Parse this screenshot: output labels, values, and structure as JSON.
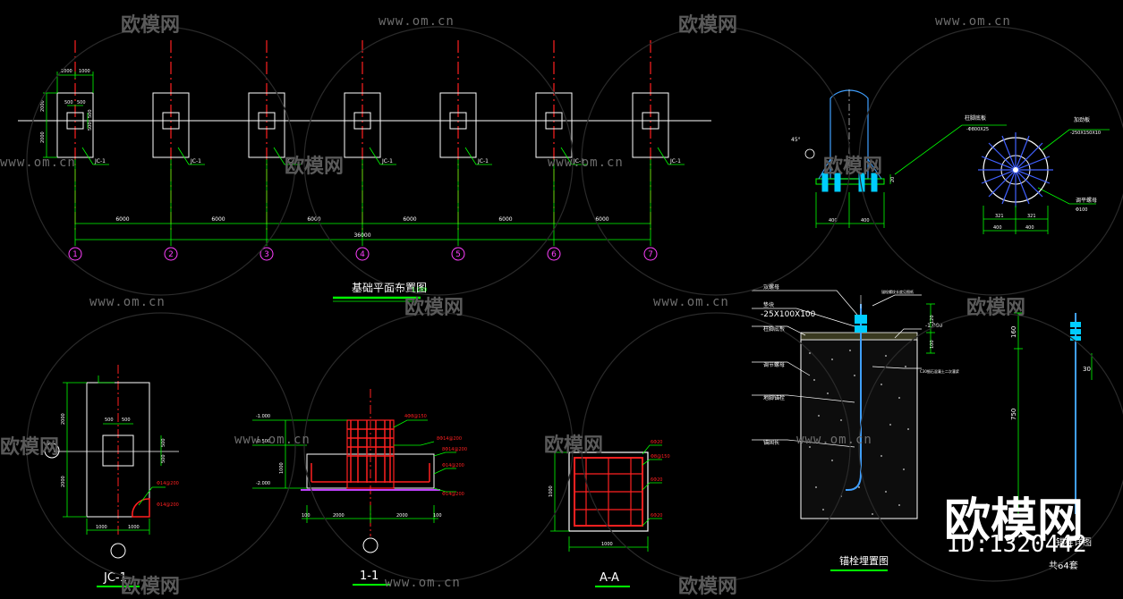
{
  "drawing": {
    "plan": {
      "title": "基础平面布置图",
      "title_scale": "1:100",
      "axes": [
        "1",
        "2",
        "3",
        "4",
        "5",
        "6",
        "7"
      ],
      "spans": [
        "6000",
        "6000",
        "6000",
        "6000",
        "6000",
        "6000"
      ],
      "total": "36000",
      "footing_tags": [
        "JC-1",
        "JC-1",
        "JC-1",
        "JC-1",
        "JC-1",
        "JC-1",
        "JC-1"
      ],
      "dims": [
        "1000",
        "1000",
        "500",
        "500",
        "2000",
        "2000",
        "500",
        "500"
      ]
    },
    "base_detail": {
      "angle": "45°",
      "dims": [
        "400",
        "400",
        "20"
      ],
      "labels": [
        "柱脚底板",
        "加劲板"
      ],
      "plate_spec": "-Φ800X25",
      "rib_spec": "-250X150X10",
      "bottom_dims": [
        "321",
        "321",
        "400",
        "400"
      ],
      "bolt_label": "调平螺母",
      "bolt_spec": "Φ100"
    },
    "jc1": {
      "title": "JC-1",
      "dims": [
        "500",
        "500",
        "2000",
        "2000",
        "500",
        "500",
        "1000",
        "1000"
      ],
      "rebar": [
        "Φ14@200",
        "Φ14@200"
      ]
    },
    "section_11": {
      "title": "1-1",
      "elevs": [
        "-1.000",
        "-0.500",
        "-2.000"
      ],
      "dims": [
        "1000",
        "2000",
        "2000",
        "100",
        "100"
      ],
      "rebar": [
        "4Φ8@150",
        "8Φ14@200",
        "8Φ14@200",
        "Φ14@200",
        "Φ14@200"
      ]
    },
    "section_aa": {
      "title": "A-A",
      "dims": [
        "1000",
        "1000"
      ],
      "rebar": [
        "6Φ20",
        "Φ8@150",
        "6Φ20",
        "6Φ20"
      ]
    },
    "anchor": {
      "title": "锚栓埋置图",
      "labels": [
        "双螺母",
        "垫块",
        "柱脚底板",
        "调节螺母",
        "地脚锚栓",
        "锚固长"
      ],
      "washer_spec": "-25X100X100",
      "elev": "-1.000",
      "dims": [
        "120",
        "100"
      ],
      "notes": [
        "锚栓螺纹长度见图纸",
        "C30细石混凝土二次灌浆"
      ]
    },
    "bolt": {
      "dims": [
        "160",
        "750",
        "30"
      ],
      "title": "锚栓详图",
      "count": "共64套"
    }
  },
  "watermark": {
    "brand_small": "欧模网",
    "url": "www.om.cn",
    "brand_big": "欧模网",
    "id": "ID:1320442"
  },
  "colors": {
    "background": "#000000",
    "dimension": "#00ff00",
    "axis": "#ff2020",
    "outline": "#ffffff",
    "grid_bubble": "#ff40ff",
    "rebar": "#ff1a1a",
    "bolt": "#00ccff",
    "steel": "#40a0ff",
    "leader": "#ffff00"
  }
}
